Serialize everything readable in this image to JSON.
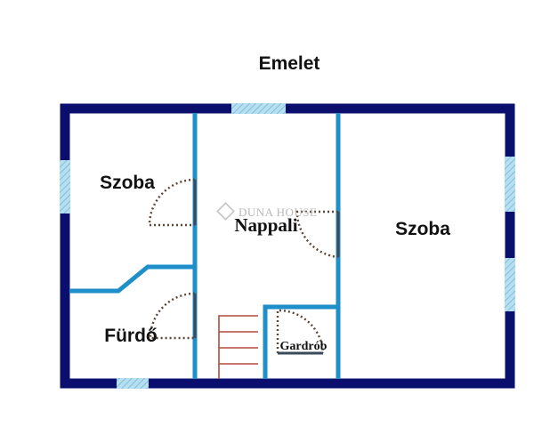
{
  "title": "Emelet",
  "rooms": {
    "bedroom_left": "Szoba",
    "living_room": "Nappali",
    "bedroom_right": "Szoba",
    "bathroom": "Fürdő",
    "wardrobe": "Gardrób"
  },
  "watermark": "DUNA HOUSE",
  "colors": {
    "outer_wall": "#0a0f6e",
    "inner_wall": "#1e8fc8",
    "window_fill": "#a9d6ea",
    "stair_lines": "#b24a3a",
    "door_arc": "#5a4636"
  }
}
